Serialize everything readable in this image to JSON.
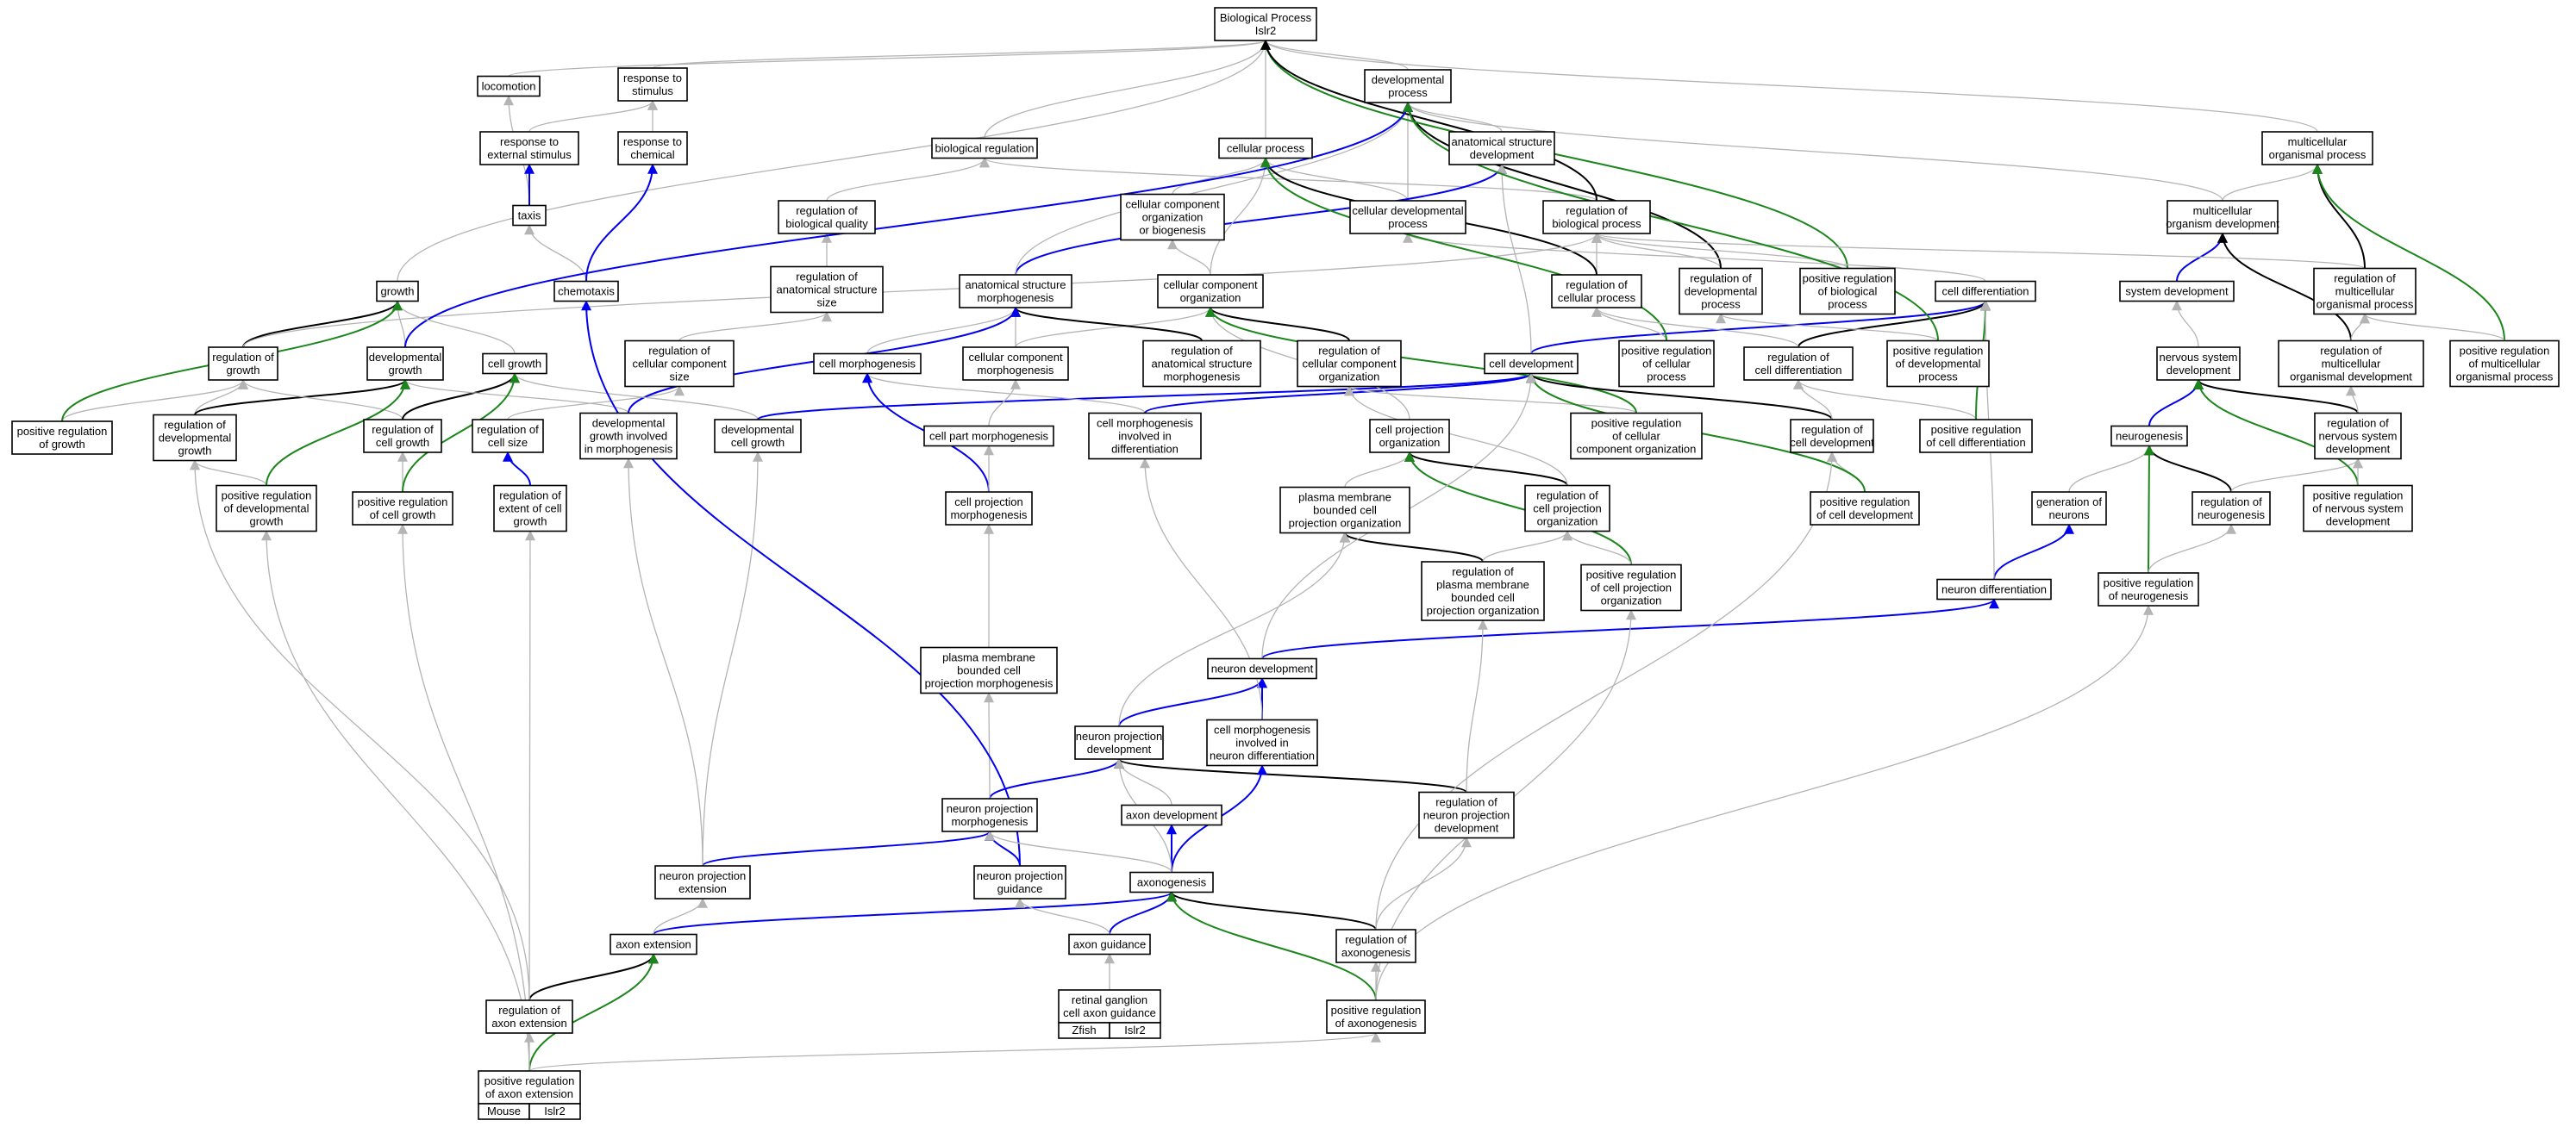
{
  "graph": {
    "colors": {
      "is_a": "#b4b4b4",
      "part_of": "#0000ee",
      "regulates": "#000000",
      "positively_regulates": "#1c861c",
      "zfish_tag": "#5a87db",
      "mouse_tag": "#add8e6"
    },
    "nodes": [
      {
        "id": "bp",
        "lines": [
          "Biological Process",
          "Islr2"
        ]
      },
      {
        "id": "locomotion",
        "lines": [
          "locomotion"
        ]
      },
      {
        "id": "resp_stim",
        "lines": [
          "response to",
          "stimulus"
        ]
      },
      {
        "id": "dev_proc",
        "lines": [
          "developmental",
          "process"
        ]
      },
      {
        "id": "multi_org_proc",
        "lines": [
          "multicellular",
          "organismal process"
        ]
      },
      {
        "id": "resp_ext",
        "lines": [
          "response to",
          "external stimulus"
        ]
      },
      {
        "id": "resp_chem",
        "lines": [
          "response to",
          "chemical"
        ]
      },
      {
        "id": "bio_reg",
        "lines": [
          "biological regulation"
        ]
      },
      {
        "id": "cell_proc",
        "lines": [
          "cellular process"
        ]
      },
      {
        "id": "anat_dev",
        "lines": [
          "anatomical structure",
          "development"
        ]
      },
      {
        "id": "taxis",
        "lines": [
          "taxis"
        ]
      },
      {
        "id": "reg_bio_qual",
        "lines": [
          "regulation of",
          "biological quality"
        ]
      },
      {
        "id": "cc_org_bio",
        "lines": [
          "cellular component",
          "organization",
          "or biogenesis"
        ]
      },
      {
        "id": "cell_dev_proc",
        "lines": [
          "cellular developmental",
          "process"
        ]
      },
      {
        "id": "reg_bio_proc",
        "lines": [
          "regulation of",
          "biological process"
        ]
      },
      {
        "id": "multi_org_dev",
        "lines": [
          "multicellular",
          "organism development"
        ]
      },
      {
        "id": "growth",
        "lines": [
          "growth"
        ]
      },
      {
        "id": "chemotaxis",
        "lines": [
          "chemotaxis"
        ]
      },
      {
        "id": "reg_anat_size",
        "lines": [
          "regulation of",
          "anatomical structure",
          "size"
        ]
      },
      {
        "id": "anat_morph",
        "lines": [
          "anatomical structure",
          "morphogenesis"
        ]
      },
      {
        "id": "cc_org",
        "lines": [
          "cellular component",
          "organization"
        ]
      },
      {
        "id": "reg_cell_proc",
        "lines": [
          "regulation of",
          "cellular process"
        ]
      },
      {
        "id": "reg_dev_proc",
        "lines": [
          "regulation of",
          "developmental",
          "process"
        ]
      },
      {
        "id": "pos_reg_bio_proc",
        "lines": [
          "positive regulation",
          "of biological",
          "process"
        ]
      },
      {
        "id": "cell_diff",
        "lines": [
          "cell differentiation"
        ]
      },
      {
        "id": "system_dev",
        "lines": [
          "system development"
        ]
      },
      {
        "id": "reg_multi_org_proc",
        "lines": [
          "regulation of",
          "multicellular",
          "organismal process"
        ]
      },
      {
        "id": "reg_growth",
        "lines": [
          "regulation of",
          "growth"
        ]
      },
      {
        "id": "dev_growth",
        "lines": [
          "developmental",
          "growth"
        ]
      },
      {
        "id": "cell_growth",
        "lines": [
          "cell growth"
        ]
      },
      {
        "id": "reg_cc_size",
        "lines": [
          "regulation of",
          "cellular component",
          "size"
        ]
      },
      {
        "id": "cell_morph",
        "lines": [
          "cell morphogenesis"
        ]
      },
      {
        "id": "cc_morph",
        "lines": [
          "cellular component",
          "morphogenesis"
        ]
      },
      {
        "id": "reg_anat_morph",
        "lines": [
          "regulation of",
          "anatomical structure",
          "morphogenesis"
        ]
      },
      {
        "id": "reg_cc_org",
        "lines": [
          "regulation of",
          "cellular component",
          "organization"
        ]
      },
      {
        "id": "cell_development",
        "lines": [
          "cell development"
        ]
      },
      {
        "id": "pos_reg_cell_proc",
        "lines": [
          "positive regulation",
          "of cellular",
          "process"
        ]
      },
      {
        "id": "reg_cell_diff",
        "lines": [
          "regulation of",
          "cell differentiation"
        ]
      },
      {
        "id": "pos_reg_dev_proc",
        "lines": [
          "positive regulation",
          "of developmental",
          "process"
        ]
      },
      {
        "id": "ns_dev",
        "lines": [
          "nervous system",
          "development"
        ]
      },
      {
        "id": "reg_multi_org_dev",
        "lines": [
          "regulation of",
          "multicellular",
          "organismal development"
        ]
      },
      {
        "id": "pos_reg_multi_org_proc",
        "lines": [
          "positive regulation",
          "of multicellular",
          "organismal process"
        ]
      },
      {
        "id": "pos_reg_growth",
        "lines": [
          "positive regulation",
          "of growth"
        ]
      },
      {
        "id": "reg_dev_growth",
        "lines": [
          "regulation of",
          "developmental",
          "growth"
        ]
      },
      {
        "id": "reg_cell_growth",
        "lines": [
          "regulation of",
          "cell growth"
        ]
      },
      {
        "id": "reg_cell_size",
        "lines": [
          "regulation of",
          "cell size"
        ]
      },
      {
        "id": "dev_growth_morph",
        "lines": [
          "developmental",
          "growth involved",
          "in morphogenesis"
        ]
      },
      {
        "id": "dev_cell_growth",
        "lines": [
          "developmental",
          "cell growth"
        ]
      },
      {
        "id": "cell_part_morph",
        "lines": [
          "cell part morphogenesis"
        ]
      },
      {
        "id": "cell_morph_diff",
        "lines": [
          "cell morphogenesis",
          "involved in",
          "differentiation"
        ]
      },
      {
        "id": "cell_proj_org",
        "lines": [
          "cell projection",
          "organization"
        ]
      },
      {
        "id": "pos_reg_cc_org",
        "lines": [
          "positive regulation",
          "of cellular",
          "component organization"
        ]
      },
      {
        "id": "reg_cell_dev",
        "lines": [
          "regulation of",
          "cell development"
        ]
      },
      {
        "id": "pos_reg_cell_diff",
        "lines": [
          "positive regulation",
          "of cell differentiation"
        ]
      },
      {
        "id": "neurogenesis",
        "lines": [
          "neurogenesis"
        ]
      },
      {
        "id": "reg_ns_dev",
        "lines": [
          "regulation of",
          "nervous system",
          "development"
        ]
      },
      {
        "id": "pos_reg_dev_growth",
        "lines": [
          "positive regulation",
          "of developmental",
          "growth"
        ]
      },
      {
        "id": "pos_reg_cell_growth",
        "lines": [
          "positive regulation",
          "of cell growth"
        ]
      },
      {
        "id": "reg_ext_cell_growth",
        "lines": [
          "regulation of",
          "extent of cell",
          "growth"
        ]
      },
      {
        "id": "cell_proj_morph",
        "lines": [
          "cell projection",
          "morphogenesis"
        ]
      },
      {
        "id": "pm_cell_proj_org",
        "lines": [
          "plasma membrane",
          "bounded cell",
          "projection organization"
        ]
      },
      {
        "id": "reg_cell_proj_org",
        "lines": [
          "regulation of",
          "cell projection",
          "organization"
        ]
      },
      {
        "id": "pos_reg_cell_dev",
        "lines": [
          "positive regulation",
          "of cell development"
        ]
      },
      {
        "id": "gen_neurons",
        "lines": [
          "generation of",
          "neurons"
        ]
      },
      {
        "id": "reg_neurogenesis",
        "lines": [
          "regulation of",
          "neurogenesis"
        ]
      },
      {
        "id": "pos_reg_ns_dev",
        "lines": [
          "positive regulation",
          "of nervous system",
          "development"
        ]
      },
      {
        "id": "reg_pm_cell_proj_org",
        "lines": [
          "regulation of",
          "plasma membrane",
          "bounded cell",
          "projection organization"
        ]
      },
      {
        "id": "pos_reg_cell_proj_org",
        "lines": [
          "positive regulation",
          "of cell projection",
          "organization"
        ]
      },
      {
        "id": "neuron_diff",
        "lines": [
          "neuron differentiation"
        ]
      },
      {
        "id": "pos_reg_neurogenesis",
        "lines": [
          "positive regulation",
          "of neurogenesis"
        ]
      },
      {
        "id": "pm_cell_proj_morph",
        "lines": [
          "plasma membrane",
          "bounded cell",
          "projection morphogenesis"
        ]
      },
      {
        "id": "neuron_dev",
        "lines": [
          "neuron development"
        ]
      },
      {
        "id": "neuron_proj_dev",
        "lines": [
          "neuron projection",
          "development"
        ]
      },
      {
        "id": "cell_morph_neuron_diff",
        "lines": [
          "cell morphogenesis",
          "involved in",
          "neuron differentiation"
        ]
      },
      {
        "id": "neuron_proj_morph",
        "lines": [
          "neuron projection",
          "morphogenesis"
        ]
      },
      {
        "id": "axon_dev",
        "lines": [
          "axon development"
        ]
      },
      {
        "id": "reg_neuron_proj_dev",
        "lines": [
          "regulation of",
          "neuron projection",
          "development"
        ]
      },
      {
        "id": "neuron_proj_ext",
        "lines": [
          "neuron projection",
          "extension"
        ]
      },
      {
        "id": "neuron_proj_guid",
        "lines": [
          "neuron projection",
          "guidance"
        ]
      },
      {
        "id": "axonogenesis",
        "lines": [
          "axonogenesis"
        ]
      },
      {
        "id": "axon_ext",
        "lines": [
          "axon extension"
        ]
      },
      {
        "id": "axon_guid",
        "lines": [
          "axon guidance"
        ]
      },
      {
        "id": "reg_axonogenesis",
        "lines": [
          "regulation of",
          "axonogenesis"
        ]
      },
      {
        "id": "retinal",
        "lines": [
          "retinal ganglion",
          "cell axon guidance"
        ],
        "tags": [
          "Zfish",
          "Islr2"
        ]
      },
      {
        "id": "reg_axon_ext",
        "lines": [
          "regulation of",
          "axon extension"
        ]
      },
      {
        "id": "pos_reg_axonogenesis",
        "lines": [
          "positive regulation",
          "of axonogenesis"
        ]
      },
      {
        "id": "pos_reg_axon_ext",
        "lines": [
          "positive regulation",
          "of axon extension"
        ],
        "tags": [
          "Mouse",
          "Islr2"
        ]
      }
    ]
  }
}
